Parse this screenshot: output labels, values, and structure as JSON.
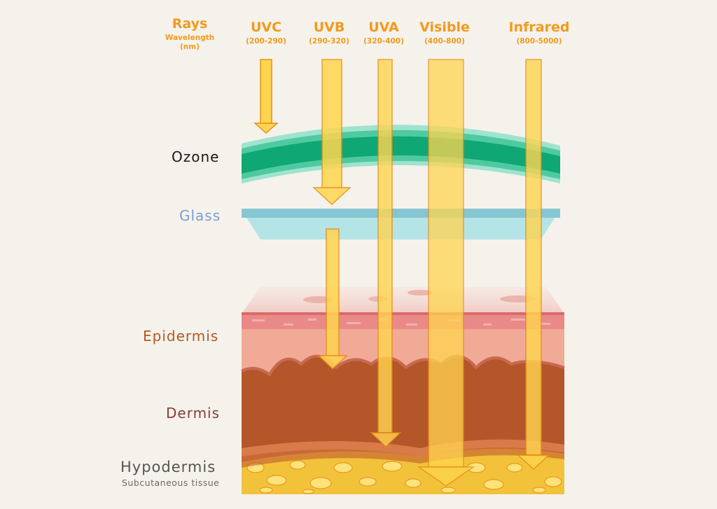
{
  "rays_header": {
    "title": "Rays",
    "sub1": "Wavelength",
    "sub2": "(nm)"
  },
  "rays": [
    {
      "name": "UVC",
      "range": "(200-290)",
      "stops_at": "Ozone"
    },
    {
      "name": "UVB",
      "range": "(290-320)",
      "stops_at": "Epidermis"
    },
    {
      "name": "UVA",
      "range": "(320-400)",
      "stops_at": "Dermis"
    },
    {
      "name": "Visible",
      "range": "(400-800)",
      "stops_at": "Hypodermis"
    },
    {
      "name": "Infrared",
      "range": "(800-5000)",
      "stops_at": "Hypodermis"
    }
  ],
  "layers": {
    "ozone": {
      "label": "Ozone",
      "color": "#1a1a1a"
    },
    "glass": {
      "label": "Glass",
      "color": "#7a9fd0"
    },
    "epidermis": {
      "label": "Epidermis",
      "color": "#b3581f"
    },
    "dermis": {
      "label": "Dermis",
      "color": "#8a3a3a"
    },
    "hypodermis": {
      "label": "Hypodermis",
      "sublabel": "Subcutaneous tissue",
      "color": "#555555"
    }
  },
  "colors": {
    "ray_fill": "#ffd54f",
    "ray_text": "#f29a1c",
    "ozone": "#19b07e",
    "glass": "#a9dde0",
    "dermis": "#b4562a",
    "hypodermis": "#f2c23a"
  }
}
